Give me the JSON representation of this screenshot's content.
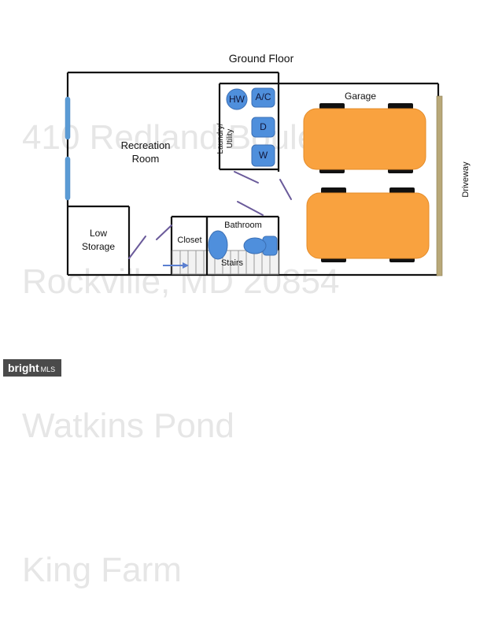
{
  "watermark": {
    "lines": [
      "410 Redland Boulevard",
      "Rockville, MD 20854",
      "Watkins Pond",
      "King Farm"
    ]
  },
  "floor_title": "Ground Floor",
  "rooms": {
    "recreation": "Recreation\nRoom",
    "low_storage": "Low\nStorage",
    "closet": "Closet",
    "bathroom": "Bathroom",
    "stairs": "Stairs",
    "laundry": "Laundry/\nUtility",
    "garage": "Garage",
    "driveway": "Driveway"
  },
  "fixtures": {
    "hot_water": "HW",
    "air_conditioner": "A/C",
    "dryer": "D",
    "washer": "W"
  },
  "badge": {
    "brand": "bright",
    "suffix": "MLS"
  },
  "colors": {
    "wall": "#111111",
    "window": "#5b9bd5",
    "fixture": "#4f8fdc",
    "car": "#f9a23f",
    "tire": "#111111",
    "door": "#6a5a9a",
    "driveway_strip": "#b8a878",
    "watermark": "#e6e6e6"
  }
}
